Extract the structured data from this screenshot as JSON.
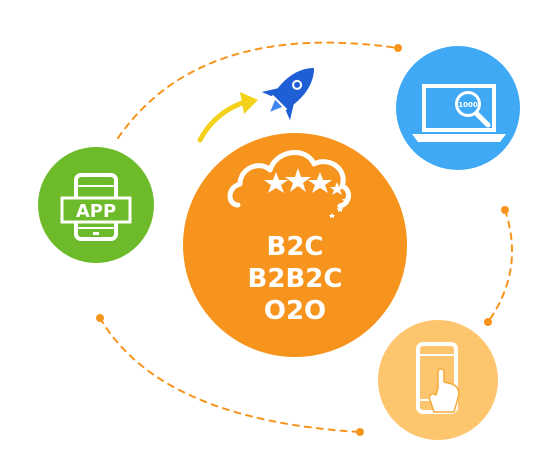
{
  "center": {
    "lines": [
      "B2C",
      "B2B2C",
      "O2O"
    ],
    "color": "#F7941D"
  },
  "nodes": {
    "app": {
      "label": "APP",
      "color": "#6DBB2A",
      "icon": "tablet-icon"
    },
    "laptop": {
      "badge": "1000",
      "color": "#3FA9F5",
      "icon": "laptop-magnifier-icon"
    },
    "mobile": {
      "color": "#FDC56E",
      "icon": "phone-touch-icon"
    }
  },
  "accents": {
    "rocket": "#1F5FD6",
    "arrow": "#F4D21B",
    "dots": "#F7941D"
  }
}
